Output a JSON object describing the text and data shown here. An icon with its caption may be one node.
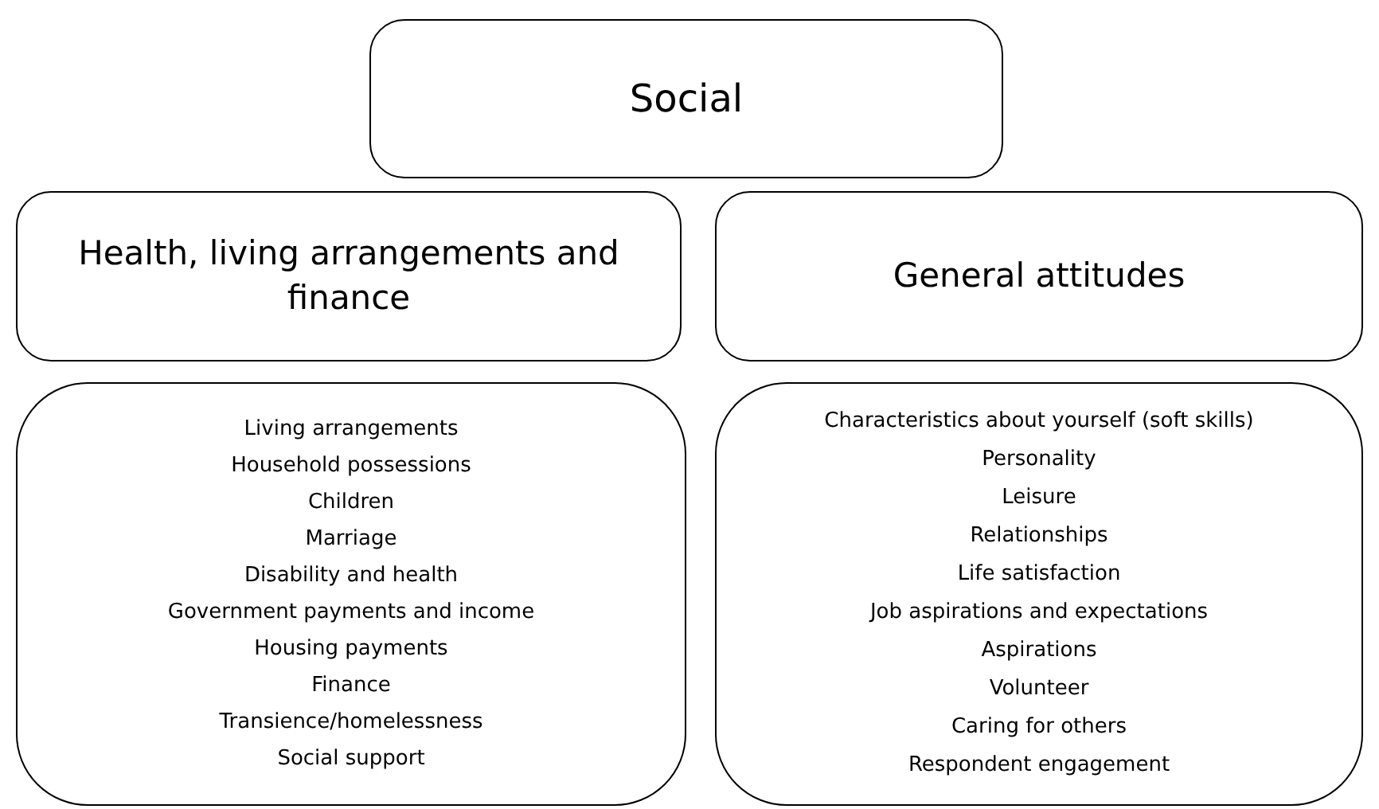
{
  "diagram": {
    "nodes": [
      {
        "text": [
          "Social"
        ]
      },
      {
        "text": [
          "Health, living arrangements and finance"
        ]
      },
      {
        "text": [
          "General attitudes"
        ]
      },
      {
        "text": [
          "Living arrangements",
          "Household possessions",
          "Children",
          "Marriage",
          "Disability and health",
          "Government payments and income",
          "Housing payments",
          "Finance",
          "Transience/homelessness",
          "Social support"
        ]
      },
      {
        "text": [
          "Characteristics about yourself (soft skills)",
          "Personality",
          "Leisure",
          "Relationships",
          "Life satisfaction",
          "Job aspirations and expectations",
          "Aspirations",
          "Volunteer",
          "Caring for others",
          "Respondent engagement"
        ]
      }
    ]
  }
}
